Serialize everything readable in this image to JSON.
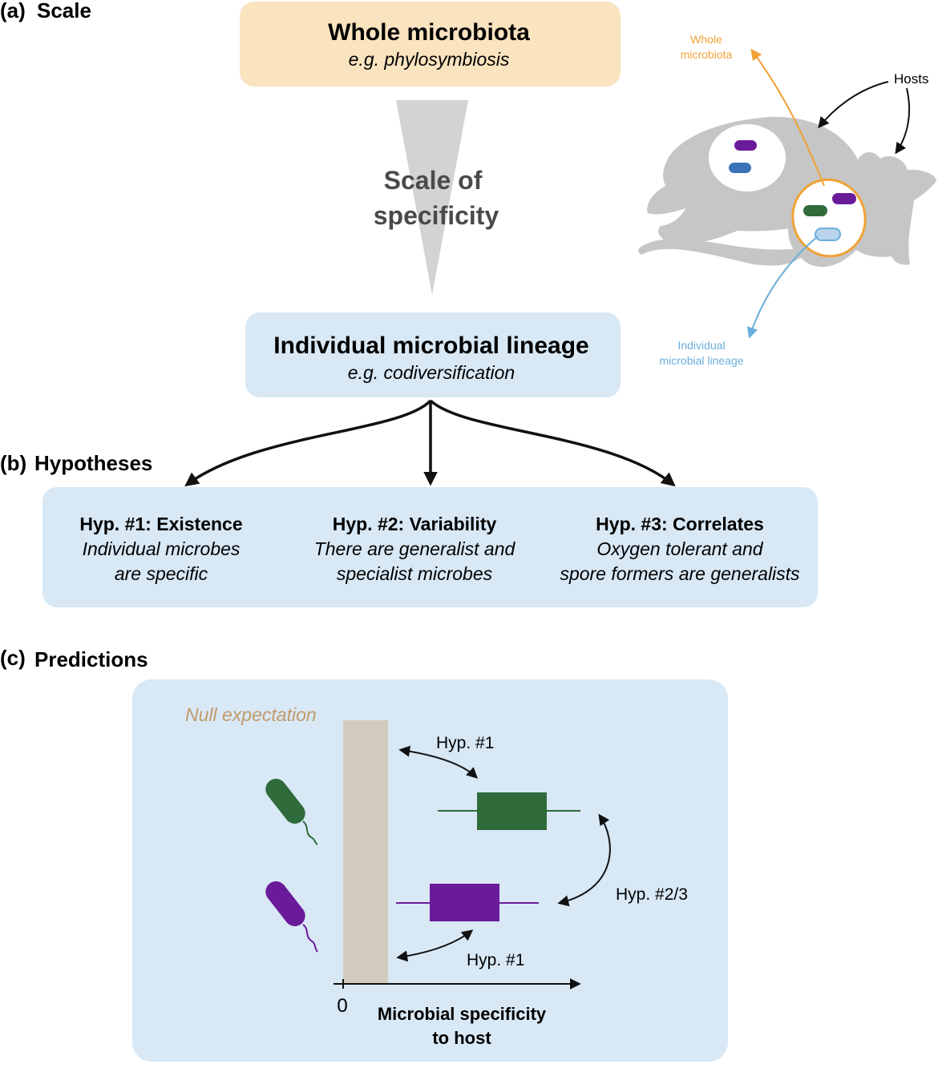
{
  "panels": {
    "a": {
      "tag": "(a)",
      "title": "Scale"
    },
    "b": {
      "tag": "(b)",
      "title": "Hypotheses"
    },
    "c": {
      "tag": "(c)",
      "title": "Predictions"
    }
  },
  "scale": {
    "top_box": {
      "title": "Whole microbiota",
      "example": "e.g. phylosymbiosis"
    },
    "bottom_box": {
      "title": "Individual microbial lineage",
      "example": "e.g. codiversification"
    },
    "wedge_label_line1": "Scale of",
    "wedge_label_line2": "specificity"
  },
  "illustration": {
    "hosts_label": "Hosts",
    "whole_label_line1": "Whole",
    "whole_label_line2": "microbiota",
    "lineage_label_line1": "Individual",
    "lineage_label_line2": "microbial lineage"
  },
  "hypotheses": [
    {
      "title": "Hyp. #1: Existence",
      "line1": "Individual microbes",
      "line2": "are specific"
    },
    {
      "title": "Hyp. #2: Variability",
      "line1": "There are generalist and",
      "line2": "specialist microbes"
    },
    {
      "title": "Hyp. #3: Correlates",
      "line1": "Oxygen tolerant and",
      "line2": "spore formers are generalists"
    }
  ],
  "predictions": {
    "null_label": "Null expectation",
    "hyp1_top": "Hyp. #1",
    "hyp1_bottom": "Hyp. #1",
    "hyp23": "Hyp. #2/3",
    "axis_zero": "0",
    "axis_label_line1": "Microbial specificity",
    "axis_label_line2": "to host"
  },
  "colors": {
    "orange_box": "#fae3bf",
    "blue_box": "#d8e8f5",
    "wedge": "#d3d3d3",
    "silhouette": "#c6c6c6",
    "orange_line": "#f0a236",
    "blue_line": "#6aaedb",
    "green": "#2f6b3b",
    "purple": "#6a1b9a",
    "blue_microbe": "#3c73b8",
    "null_bar": "#d2cbbd",
    "null_text": "#c19a6b"
  }
}
